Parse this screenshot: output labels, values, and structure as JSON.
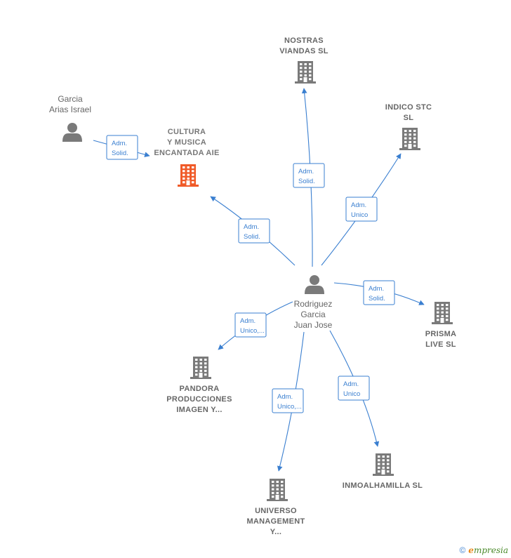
{
  "colors": {
    "edge": "#3a7fd0",
    "building": "#7a7a7a",
    "focus_building": "#f05a28",
    "person": "#7a7a7a"
  },
  "nodes": [
    {
      "id": "central",
      "kind": "person",
      "label": [
        "Rodriguez",
        "Garcia",
        "Juan Jose"
      ]
    },
    {
      "id": "garcia",
      "kind": "person",
      "label": [
        "Garcia",
        "Arias Israel"
      ]
    },
    {
      "id": "cultura",
      "kind": "company",
      "focus": true,
      "label": [
        "CULTURA",
        "Y MUSICA",
        "ENCANTADA AIE"
      ]
    },
    {
      "id": "nostras",
      "kind": "company",
      "label": [
        "NOSTRAS",
        "VIANDAS  SL"
      ]
    },
    {
      "id": "indico",
      "kind": "company",
      "label": [
        "INDICO STC",
        "SL"
      ]
    },
    {
      "id": "prisma",
      "kind": "company",
      "label": [
        "PRISMA",
        "LIVE  SL"
      ]
    },
    {
      "id": "pandora",
      "kind": "company",
      "label": [
        "PANDORA",
        "PRODUCCIONES",
        "IMAGEN Y..."
      ]
    },
    {
      "id": "universo",
      "kind": "company",
      "label": [
        "UNIVERSO",
        "MANAGEMENT",
        "Y..."
      ]
    },
    {
      "id": "inmoal",
      "kind": "company",
      "label": [
        "INMOALHAMILLA SL"
      ]
    }
  ],
  "edges": [
    {
      "id": "e-garcia-cultura",
      "from": "garcia",
      "to": "cultura",
      "label": [
        "Adm.",
        "Solid."
      ]
    },
    {
      "id": "e-central-cultura",
      "from": "central",
      "to": "cultura",
      "label": [
        "Adm.",
        "Solid."
      ]
    },
    {
      "id": "e-central-nostras",
      "from": "central",
      "to": "nostras",
      "label": [
        "Adm.",
        "Solid."
      ]
    },
    {
      "id": "e-central-indico",
      "from": "central",
      "to": "indico",
      "label": [
        "Adm.",
        "Unico"
      ]
    },
    {
      "id": "e-central-prisma",
      "from": "central",
      "to": "prisma",
      "label": [
        "Adm.",
        "Solid."
      ]
    },
    {
      "id": "e-central-pandora",
      "from": "central",
      "to": "pandora",
      "label": [
        "Adm.",
        "Unico,..."
      ]
    },
    {
      "id": "e-central-universo",
      "from": "central",
      "to": "universo",
      "label": [
        "Adm.",
        "Unico,..."
      ]
    },
    {
      "id": "e-central-inmoal",
      "from": "central",
      "to": "inmoal",
      "label": [
        "Adm.",
        "Unico"
      ]
    }
  ],
  "footer": {
    "copyright": "©",
    "brand_initial": "e",
    "brand_rest": "mpresia"
  }
}
